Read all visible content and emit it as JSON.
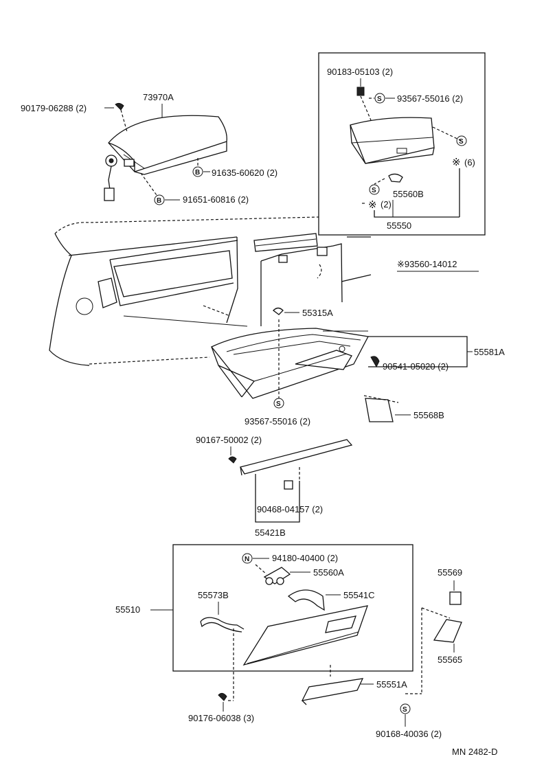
{
  "drawing_id": "MN  2482-D",
  "note": "※93560-14012",
  "symbols": {
    "s": "S",
    "b": "B",
    "n": "N",
    "star": "※"
  },
  "labels": {
    "p90183": "90183-05103 (2)",
    "p93567a": "93567-55016 (2)",
    "star6": "(6)",
    "p55560b": "55560B",
    "star2": "(2)",
    "p55550": "55550",
    "p73970a": "73970A",
    "p90179": "90179-06288 (2)",
    "p91635": "91635-60620 (2)",
    "p91651": "91651-60816 (2)",
    "p55315a": "55315A",
    "p55581a": "55581A",
    "p90541": "90541-05020 (2)",
    "p93567b": "93567-55016 (2)",
    "p55568b": "55568B",
    "p90167": "90167-50002 (2)",
    "p90468": "90468-04157 (2)",
    "p55421b": "55421B",
    "p94180": "94180-40400 (2)",
    "p55560a": "55560A",
    "p55569": "55569",
    "p55573b": "55573B",
    "p55541c": "55541C",
    "p55510": "55510",
    "p55565": "55565",
    "p55551a": "55551A",
    "p90176": "90176-06038 (3)",
    "p90168": "90168-40036 (2)"
  }
}
